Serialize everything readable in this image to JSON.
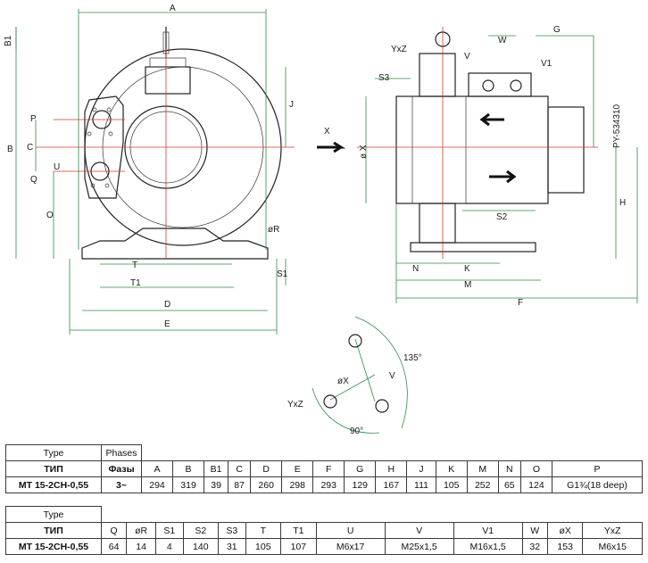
{
  "drawing": {
    "front_labels": {
      "A": "A",
      "B": "B",
      "B1": "B1",
      "C": "C",
      "D": "D",
      "E": "E",
      "J": "J",
      "O": "O",
      "P": "P",
      "Q": "Q",
      "U": "U",
      "T": "T",
      "T1": "T1",
      "S1": "S1",
      "R": "øR"
    },
    "side_labels": {
      "X": "X",
      "YxZ": "YxZ",
      "S3": "S3",
      "V": "V",
      "V1": "V1",
      "W": "W",
      "G": "G",
      "phiX": "ø X",
      "PY": "PY-534310",
      "H": "H",
      "S2": "S2",
      "N": "N",
      "K": "K",
      "M": "M",
      "F": "F"
    },
    "flange_labels": {
      "angle135": "135°",
      "angle90": "90°",
      "YxZ": "YxZ",
      "phiX": "øX",
      "V": "V"
    }
  },
  "table1": {
    "type_label": "Type",
    "phases_label": "Phases",
    "ru_type": "ТИП",
    "ru_phases": "Фазы",
    "headers": [
      "A",
      "B",
      "B1",
      "C",
      "D",
      "E",
      "F",
      "G",
      "H",
      "J",
      "K",
      "M",
      "N",
      "O",
      "P"
    ],
    "row": {
      "model": "MT 15-2CH-0,55",
      "phases": "3~",
      "values": [
        "294",
        "319",
        "39",
        "87",
        "260",
        "298",
        "293",
        "129",
        "167",
        "111",
        "105",
        "252",
        "65",
        "124",
        "G1¾(18 deep)"
      ]
    }
  },
  "table2": {
    "type_label": "Type",
    "ru_type": "ТИП",
    "headers": [
      "Q",
      "øR",
      "S1",
      "S2",
      "S3",
      "T",
      "T1",
      "U",
      "V",
      "V1",
      "W",
      "øX",
      "YxZ"
    ],
    "row": {
      "model": "MT 15-2CH-0,55",
      "values": [
        "64",
        "14",
        "4",
        "140",
        "31",
        "105",
        "107",
        "M6x17",
        "M25x1,5",
        "M16x1,5",
        "32",
        "153",
        "M6x15"
      ]
    }
  }
}
